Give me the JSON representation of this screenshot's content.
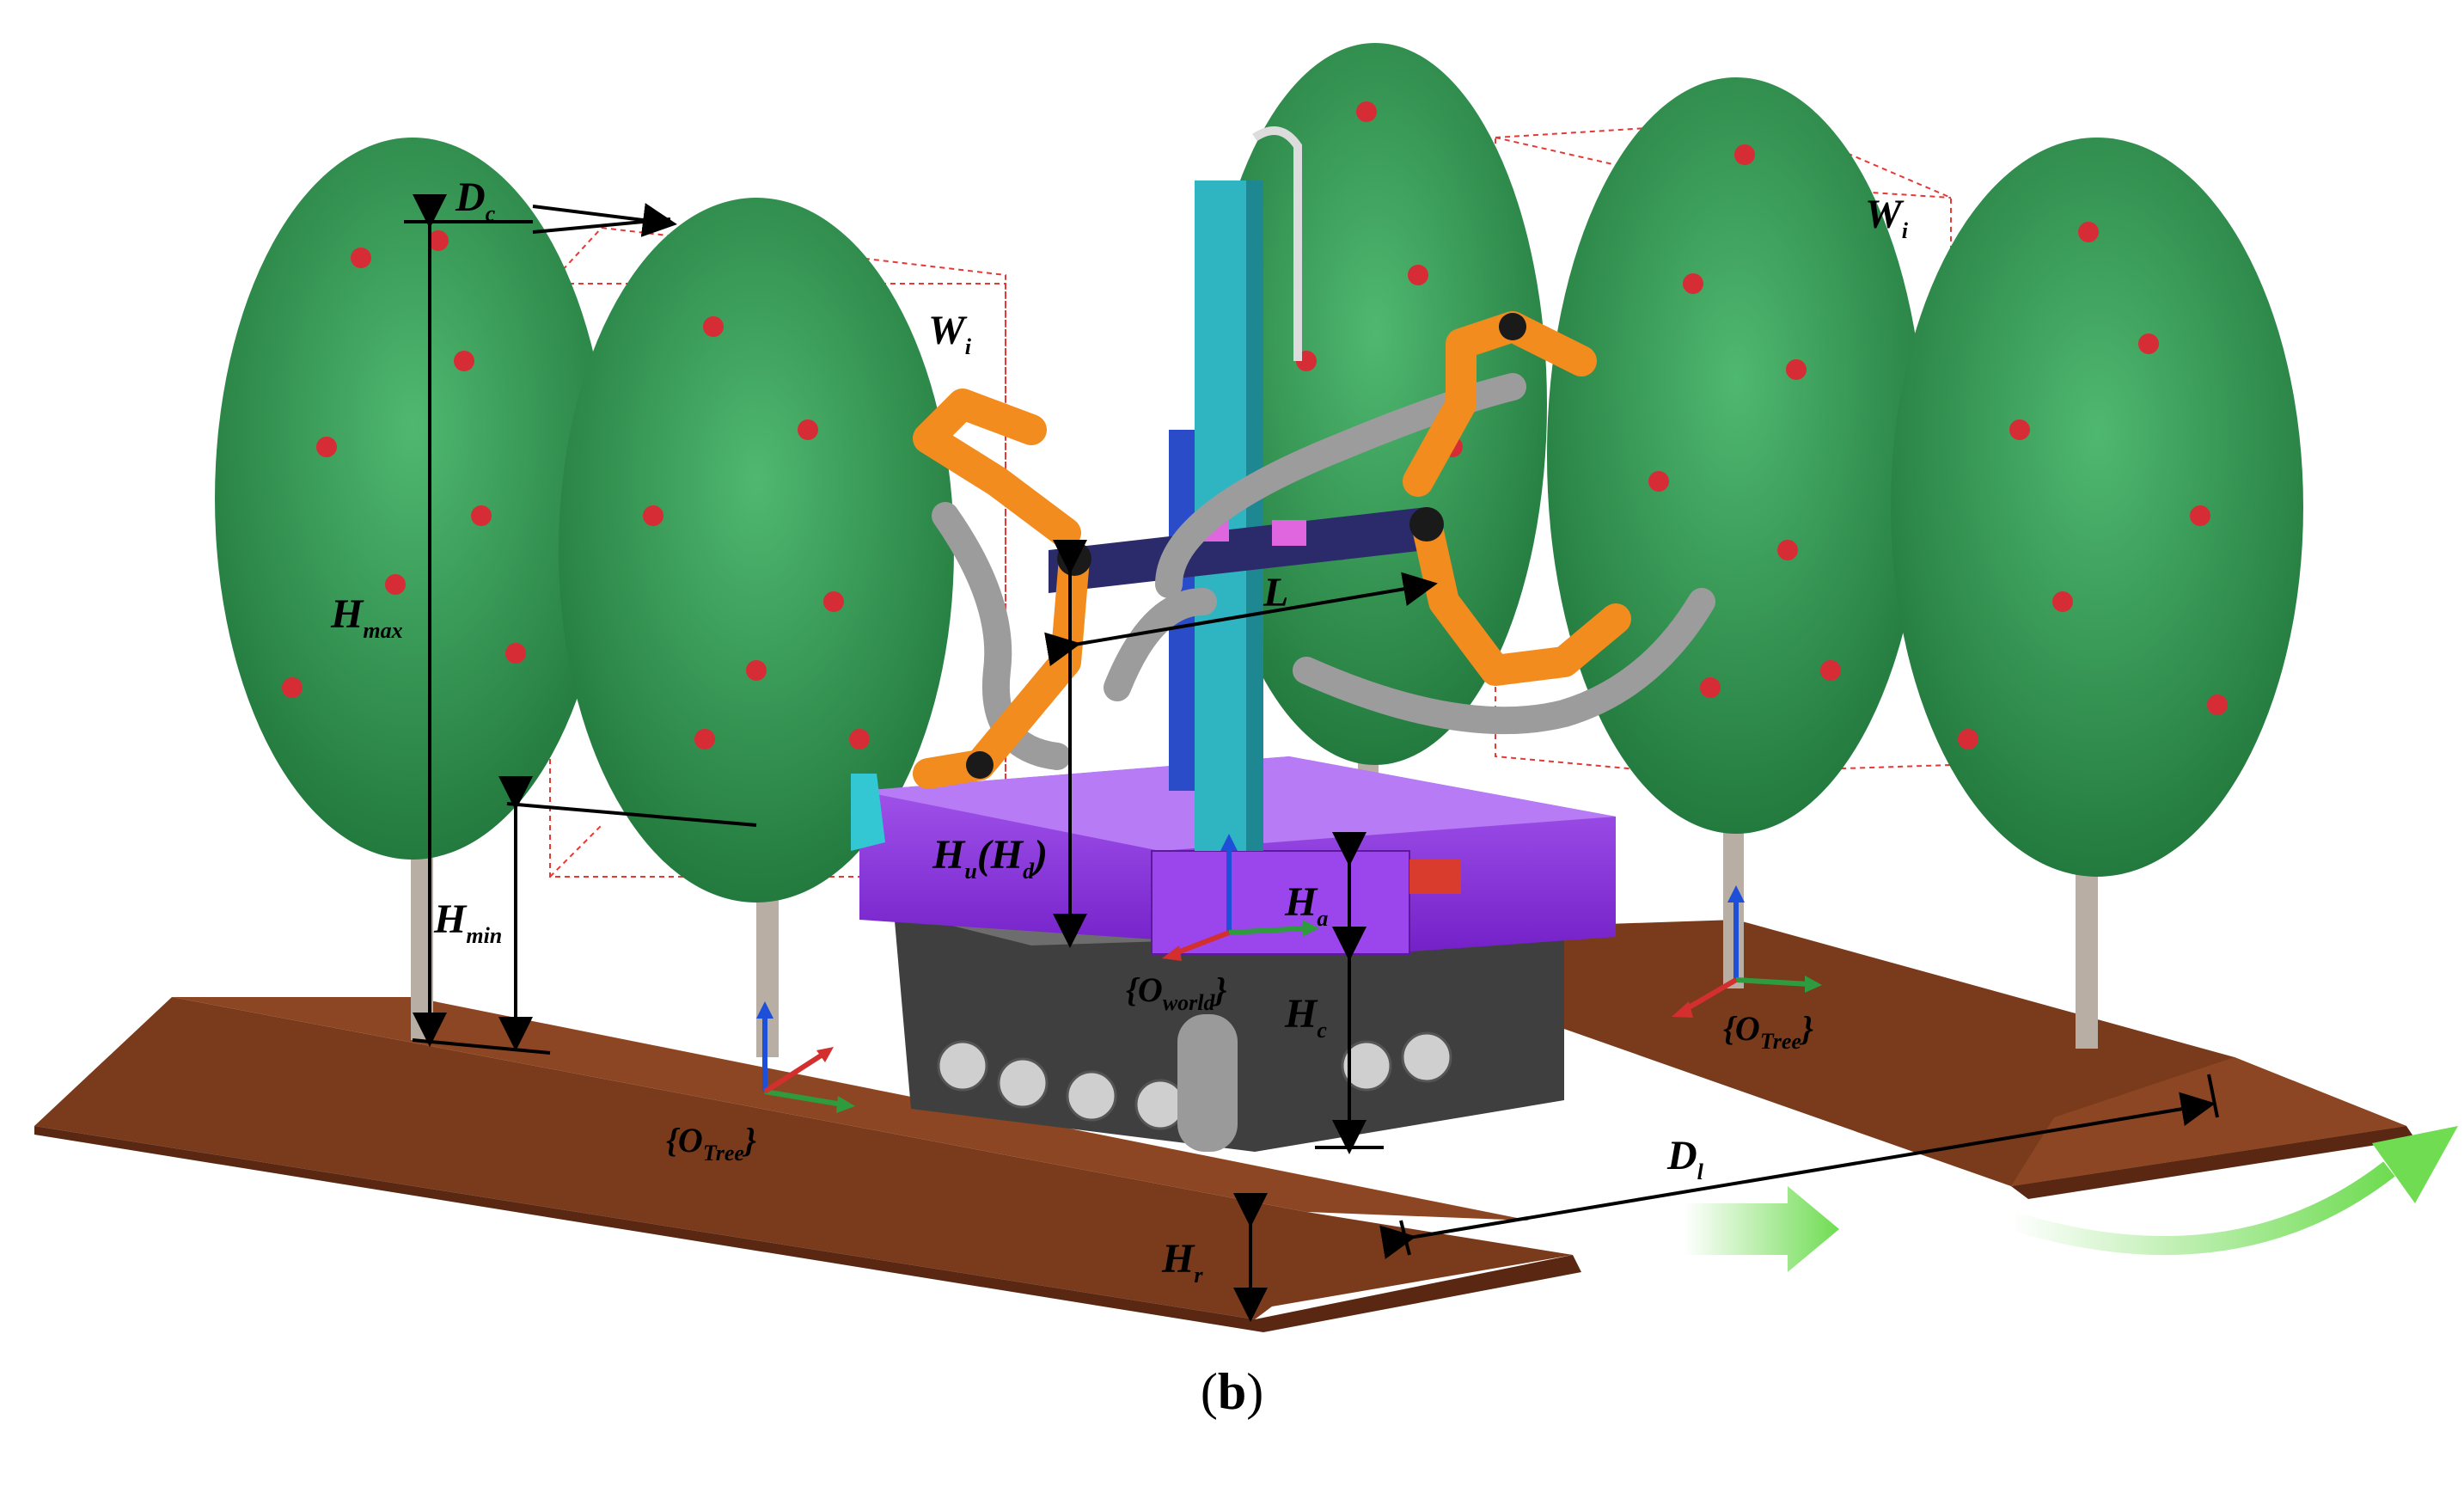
{
  "figure": {
    "caption_open": "(",
    "caption_letter": "b",
    "caption_close": ")"
  },
  "labels": {
    "d_c": {
      "main": "D",
      "sub": "c"
    },
    "w_i_left": {
      "main": "W",
      "sub": "i"
    },
    "w_i_right": {
      "main": "W",
      "sub": "i"
    },
    "h_max": {
      "main": "H",
      "sub": "max"
    },
    "h_min": {
      "main": "H",
      "sub": "min"
    },
    "h_u_h_d": {
      "text": "H",
      "sub1": "u",
      "mid": "(H",
      "sub2": "d",
      "end": ")"
    },
    "l": {
      "main": "L"
    },
    "h_a": {
      "main": "H",
      "sub": "a"
    },
    "h_c": {
      "main": "H",
      "sub": "c"
    },
    "h_r": {
      "main": "H",
      "sub": "r"
    },
    "d_l": {
      "main": "D",
      "sub": "l"
    },
    "o_world": {
      "open": "{O",
      "sub": "world",
      "close": "}"
    },
    "o_tree_left": {
      "open": "{O",
      "sub": "Tree",
      "close": "}"
    },
    "o_tree_right": {
      "open": "{O",
      "sub": "Tree",
      "close": "}"
    }
  },
  "colors": {
    "soil_top": "#7a3b1c",
    "soil_side": "#5a2812",
    "canopy": "#2f8f4e",
    "canopy_light": "#49b06a",
    "apple": "#d62c35",
    "trunk": "#b9aea4",
    "robot_body": "#8a2be2",
    "robot_body_light": "#a653f5",
    "track": "#3a3a3a",
    "column": "#2fb5c2",
    "arm": "#f28c1e",
    "hose": "#9c9c9c",
    "box_outline": "#e53935",
    "arrow_green": "#6fdc52",
    "axis_x": "#d32f2f",
    "axis_y": "#2e9b3e",
    "axis_z": "#1e4fd8"
  }
}
